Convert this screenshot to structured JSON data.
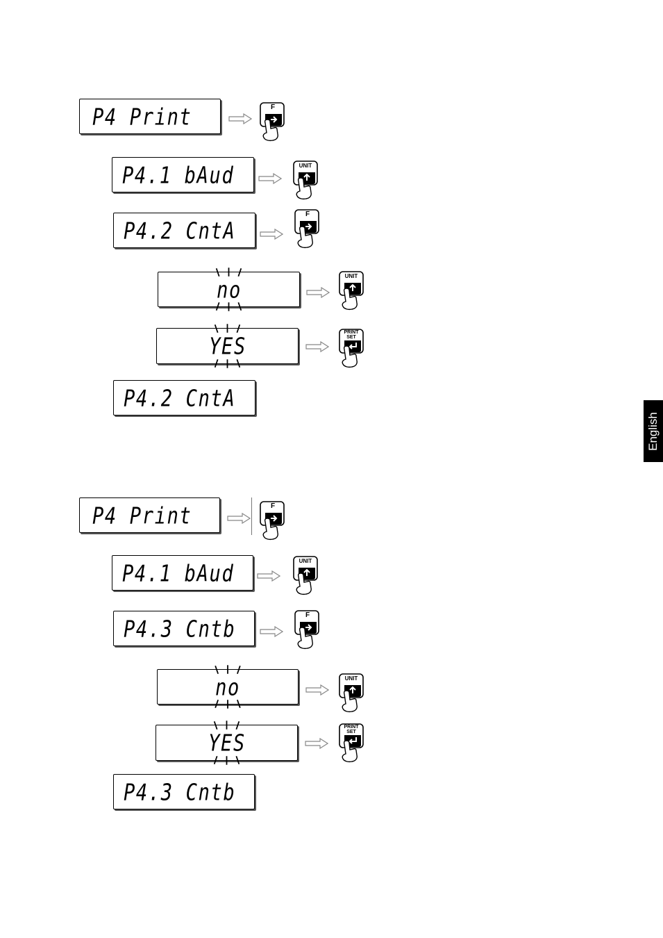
{
  "side_tab": {
    "label": "English"
  },
  "sequence_a": {
    "displays": [
      "P4 Print",
      "P4.1 bAud",
      "P4.2 CntA",
      "no",
      "YES",
      "P4.2 CntA"
    ],
    "keys": [
      {
        "icon": "f-key-icon",
        "label": "F"
      },
      {
        "icon": "unit-key-icon",
        "label": "UNIT"
      },
      {
        "icon": "f-key-icon",
        "label": "F"
      },
      {
        "icon": "unit-key-icon",
        "label": "UNIT"
      },
      {
        "icon": "print-set-key-icon",
        "label_top": "PRINT",
        "label_bottom": "SET"
      }
    ]
  },
  "sequence_b": {
    "displays": [
      "P4 Print",
      "P4.1 bAud",
      "P4.3 Cntb",
      "no",
      "YES",
      "P4.3 Cntb"
    ],
    "keys": [
      {
        "icon": "f-key-icon",
        "label": "F"
      },
      {
        "icon": "unit-key-icon",
        "label": "UNIT"
      },
      {
        "icon": "f-key-icon",
        "label": "F"
      },
      {
        "icon": "unit-key-icon",
        "label": "UNIT"
      },
      {
        "icon": "print-set-key-icon",
        "label_top": "PRINT",
        "label_bottom": "SET"
      }
    ]
  }
}
